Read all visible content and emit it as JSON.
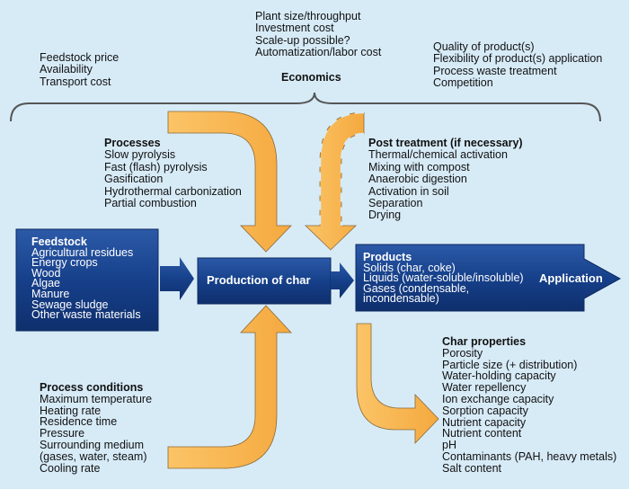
{
  "economics": {
    "title": "Economics",
    "left_group": [
      "Feedstock price",
      "Availability",
      "Transport cost"
    ],
    "center_group": [
      "Plant size/throughput",
      "Investment cost",
      "Scale-up possible?",
      "Automatization/labor cost"
    ],
    "right_group": [
      "Quality of product(s)",
      "Flexibility of product(s) application",
      "Process waste treatment",
      "Competition"
    ]
  },
  "processes": {
    "title": "Processes",
    "items": [
      "Slow pyrolysis",
      "Fast (flash) pyrolysis",
      "Gasification",
      "Hydrothermal carbonization",
      "Partial combustion"
    ]
  },
  "post_treatment": {
    "title": "Post treatment (if necessary)",
    "items": [
      "Thermal/chemical activation",
      "Mixing with compost",
      "Anaerobic digestion",
      "Activation in soil",
      "Separation",
      "Drying"
    ]
  },
  "feedstock": {
    "title": "Feedstock",
    "items": [
      "Agricultural residues",
      "Energy crops",
      "Wood",
      "Algae",
      "Manure",
      "Sewage sludge",
      "Other waste materials"
    ]
  },
  "production": {
    "label": "Production of char"
  },
  "products": {
    "title": "Products",
    "items": [
      "Solids (char, coke)",
      "Liquids (water-soluble/insoluble)",
      "Gases (condensable,",
      "incondensable)"
    ]
  },
  "application": {
    "label": "Application"
  },
  "process_conditions": {
    "title": "Process conditions",
    "items": [
      "Maximum temperature",
      "Heating rate",
      "Residence time",
      "Pressure",
      "Surrounding medium",
      "(gases, water, steam)",
      "Cooling rate"
    ]
  },
  "char_properties": {
    "title": "Char properties",
    "items": [
      "Porosity",
      "Particle size (+ distribution)",
      "Water-holding capacity",
      "Water repellency",
      "Ion exchange capacity",
      "Sorption capacity",
      "Nutrient capacity",
      "Nutrient content",
      "pH",
      "Contaminants (PAH, heavy metals)",
      "Salt content"
    ]
  },
  "colors": {
    "background": "#d7ebf7",
    "box_blue": "#17428a",
    "arrow_orange": "#f7b24e",
    "arrow_outline": "#8a6a3a"
  }
}
